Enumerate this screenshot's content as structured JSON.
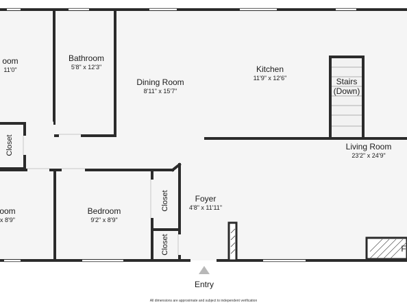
{
  "rooms": {
    "left_top": {
      "name": "oom",
      "dims": "11'0\""
    },
    "bathroom": {
      "name": "Bathroom",
      "dims": "5'8\" x 12'3\""
    },
    "dining": {
      "name": "Dining Room",
      "dims": "8'11\" x 15'7\""
    },
    "kitchen": {
      "name": "Kitchen",
      "dims": "11'9\" x 12'6\""
    },
    "stairs": {
      "name_line1": "Stairs",
      "name_line2": "(Down)"
    },
    "living": {
      "name": "Living Room",
      "dims": "23'2\" x 24'9\""
    },
    "closet_left": {
      "name": "Closet"
    },
    "closet_mid_top": {
      "name": "Closet"
    },
    "closet_mid_bottom": {
      "name": "Closet"
    },
    "foyer": {
      "name": "Foyer",
      "dims": "4'8\" x 11'11\""
    },
    "left_bottom": {
      "name": "oom",
      "dims": "x 8'9\""
    },
    "bedroom": {
      "name": "Bedroom",
      "dims": "9'2\" x 8'9\""
    },
    "fireplace_letter": {
      "name": "F"
    }
  },
  "entry_label": "Entry",
  "disclaimer": "All dimensions are approximate and subject to independent verification",
  "colors": {
    "wall": "#2b2b2b",
    "floor": "#f5f5f5",
    "window": "#bdbdbd",
    "entry_arrow": "#b8b8b8"
  }
}
